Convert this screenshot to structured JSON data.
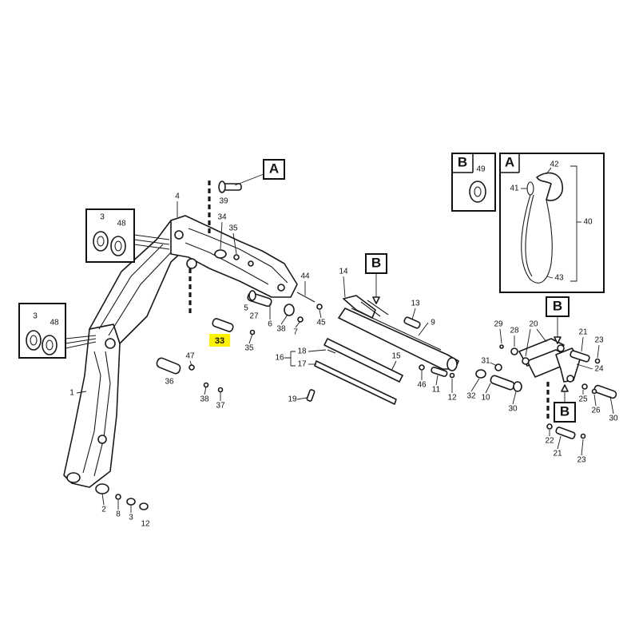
{
  "ref_letters": {
    "a": "A",
    "b": "B"
  },
  "highlighted_part": "33",
  "parts": [
    "1",
    "2",
    "3",
    "4",
    "5",
    "6",
    "7",
    "8",
    "9",
    "10",
    "11",
    "12",
    "13",
    "14",
    "15",
    "16",
    "17",
    "18",
    "19",
    "20",
    "21",
    "22",
    "23",
    "24",
    "25",
    "26",
    "27",
    "28",
    "29",
    "30",
    "31",
    "32",
    "33",
    "34",
    "35",
    "36",
    "37",
    "38",
    "39",
    "40",
    "41",
    "42",
    "43",
    "44",
    "45",
    "46",
    "47",
    "48",
    "49"
  ],
  "edge_fragment": "12"
}
